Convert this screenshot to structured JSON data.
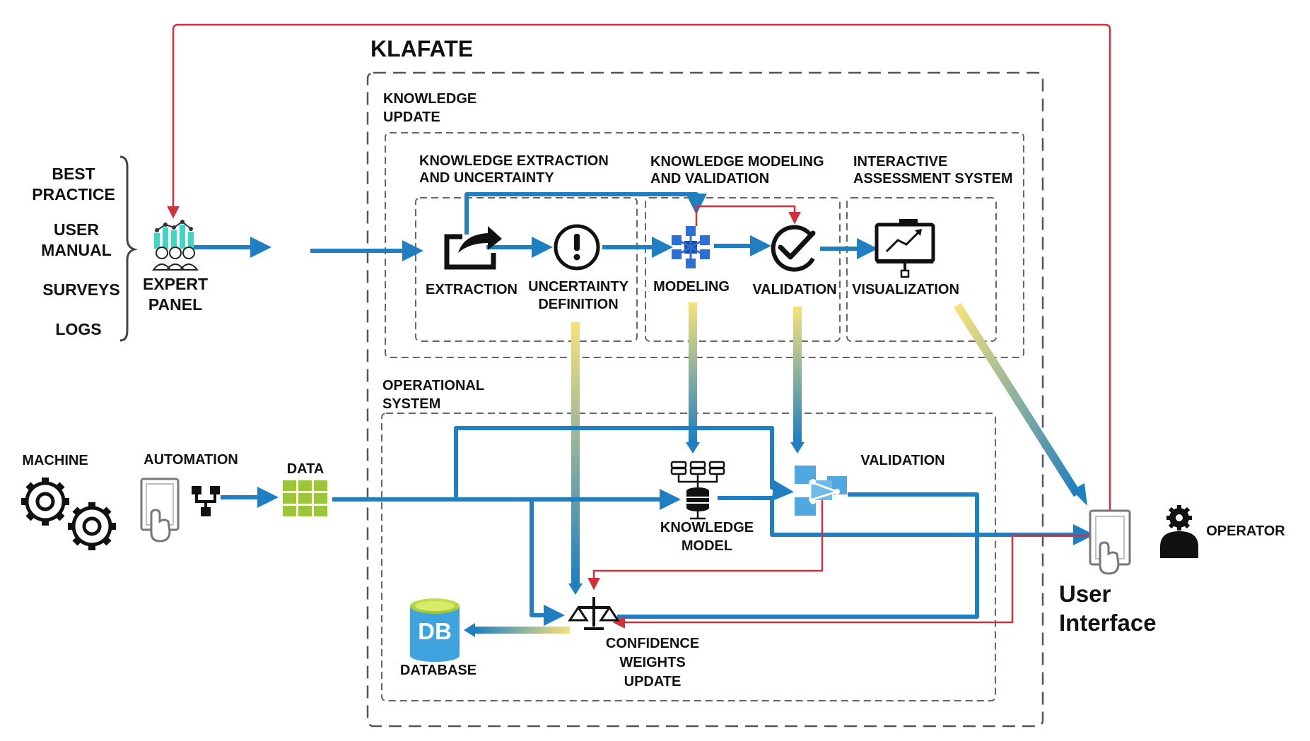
{
  "title": "KLAFATE",
  "sources": {
    "items": [
      "BEST",
      "PRACTICE",
      "USER",
      "MANUAL",
      "SURVEYS",
      "LOGS"
    ]
  },
  "expert_panel": {
    "line1": "EXPERT",
    "line2": "PANEL"
  },
  "knowledge_update": {
    "line1": "KNOWLEDGE",
    "line2": "UPDATE",
    "groups": {
      "extraction_uncertainty": {
        "line1": "KNOWLEDGE EXTRACTION",
        "line2": "AND UNCERTAINTY"
      },
      "modeling_validation": {
        "line1": "KNOWLEDGE MODELING",
        "line2": "AND VALIDATION"
      },
      "assessment": {
        "line1": "INTERACTIVE",
        "line2": "ASSESSMENT SYSTEM"
      }
    },
    "steps": {
      "extraction": "EXTRACTION",
      "uncertainty_line1": "UNCERTAINTY",
      "uncertainty_line2": "DEFINITION",
      "modeling": "MODELING",
      "validation": "VALIDATION",
      "visualization": "VISUALIZATION"
    }
  },
  "operational_system": {
    "line1": "OPERATIONAL",
    "line2": "SYSTEM",
    "validation": "VALIDATION",
    "knowledge_model_line1": "KNOWLEDGE",
    "knowledge_model_line2": "MODEL",
    "database": "DATABASE",
    "database_icon_text": "DB",
    "confidence_line1": "CONFIDENCE",
    "confidence_line2": "WEIGHTS",
    "confidence_line3": "UPDATE"
  },
  "inputs": {
    "machine": "MACHINE",
    "automation": "AUTOMATION",
    "data": "DATA"
  },
  "user_interface": {
    "line1": "User",
    "line2": "Interface"
  },
  "operator": "OPERATOR",
  "colors": {
    "flow_blue": "#1f7fc1",
    "feedback_red": "#d0313c",
    "uncertainty_yellow": "#f7e27a",
    "data_green": "#9cc53a",
    "expert_teal": "#3fd6c4",
    "modeling_blue": "#2e6fd6",
    "validation_node_blue": "#4fa8df",
    "db_green": "#b5d334",
    "db_blue": "#3ea3df",
    "dashed_gray": "#555555"
  }
}
